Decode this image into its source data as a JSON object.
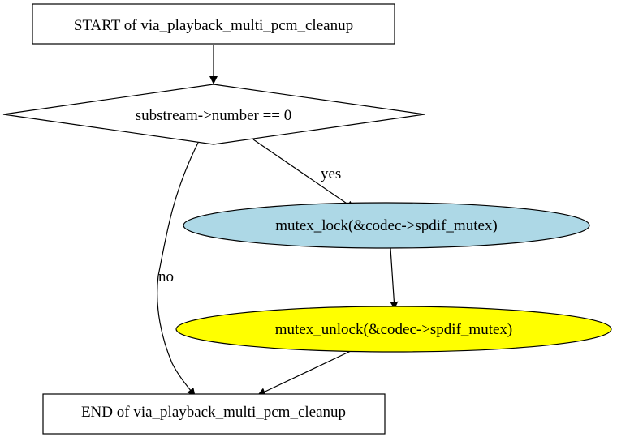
{
  "nodes": {
    "start": {
      "label": "START of via_playback_multi_pcm_cleanup",
      "shape": "box",
      "fill": "#ffffff"
    },
    "decision": {
      "label": "substream->number == 0",
      "shape": "diamond",
      "fill": "#ffffff"
    },
    "lock": {
      "label": "mutex_lock(&codec->spdif_mutex)",
      "shape": "ellipse",
      "fill": "#add8e6"
    },
    "unlock": {
      "label": "mutex_unlock(&codec->spdif_mutex)",
      "shape": "ellipse",
      "fill": "#ffff00"
    },
    "end": {
      "label": "END of via_playback_multi_pcm_cleanup",
      "shape": "box",
      "fill": "#ffffff"
    }
  },
  "edges": {
    "start_to_decision": {
      "label": ""
    },
    "decision_to_lock": {
      "label": "yes"
    },
    "decision_to_end": {
      "label": "no"
    },
    "lock_to_unlock": {
      "label": ""
    },
    "unlock_to_end": {
      "label": ""
    }
  }
}
